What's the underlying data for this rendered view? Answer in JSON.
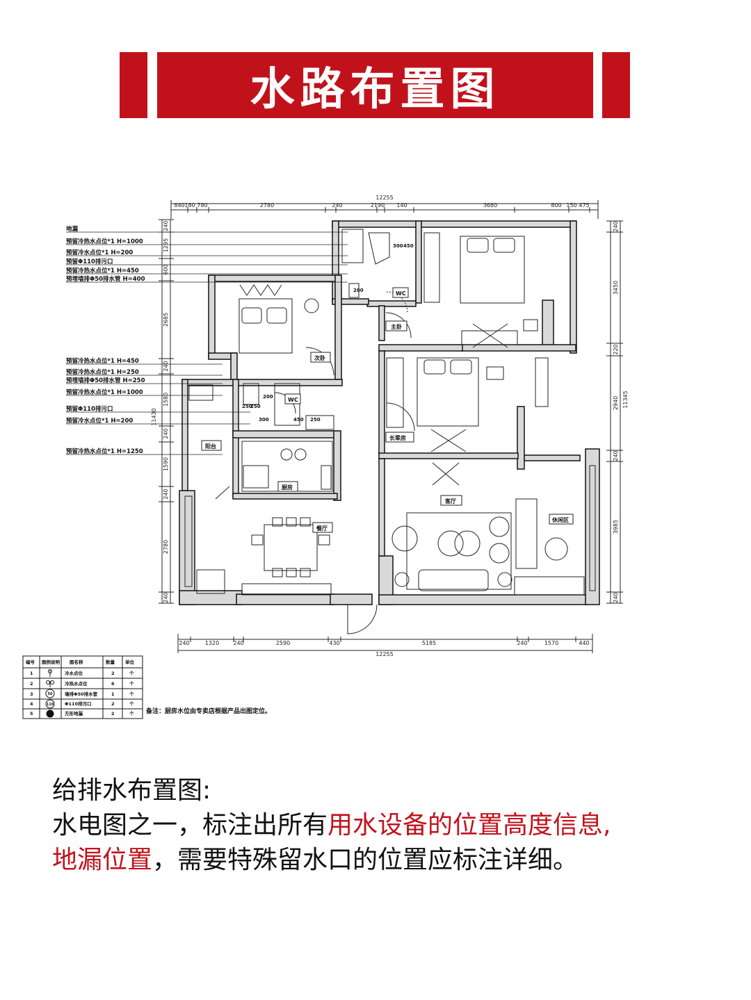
{
  "banner": {
    "title": "水路布置图",
    "color": "#c1121b"
  },
  "dimensions": {
    "top_total": "12255",
    "top_segments": [
      "840",
      "180",
      "780",
      "2780",
      "240",
      "2190",
      "140",
      "3680",
      "800",
      "150",
      "475"
    ],
    "bottom_total": "12255",
    "bottom_segments": [
      "240",
      "1320",
      "240",
      "2590",
      "430",
      "5185",
      "240",
      "1570",
      "440"
    ],
    "left_segments": [
      "240",
      "1295",
      "600",
      "2685",
      "240",
      "1580",
      "240",
      "1590",
      "240",
      "2780",
      "240"
    ],
    "left_total": "11430",
    "right_segments": [
      "240",
      "3450",
      "220",
      "2940",
      "240",
      "3985",
      "240"
    ],
    "right_total": "11345"
  },
  "annotations": [
    "地漏",
    "预留冷热水点位*1    H=1000",
    "预留冷水点位*1     H=200",
    "预留Φ110排污口",
    "预留冷热水点位*1    H=450",
    "预埋墙排Φ50排水管   H=400",
    "预留冷热水点位*1    H=450",
    "预留冷热水点位*1    H=250",
    "预埋墙排Φ50排水管   H=250",
    "预留冷热水点位*1    H=1000",
    "预留Φ110排污口",
    "预留冷水点位*1     H=200",
    "预留冷热水点位*1    H=1250"
  ],
  "rooms": {
    "secondary_bedroom": "次卧",
    "master_bedroom": "主卧",
    "wc1": "WC",
    "wc2": "WC",
    "elder_room": "长辈房",
    "balcony": "阳台",
    "kitchen": "厨房",
    "living_room": "客厅",
    "dining": "餐厅",
    "leisure": "休闲区"
  },
  "fixture_marks": [
    "300",
    "450",
    "200",
    "250",
    "450",
    "250",
    "300",
    "250",
    "200"
  ],
  "legend": {
    "headers": [
      "编号",
      "图例说明",
      "图名称",
      "数量",
      "单位"
    ],
    "rows": [
      {
        "no": "1",
        "name": "冷水点位",
        "qty": "2",
        "unit": "个"
      },
      {
        "no": "2",
        "name": "冷热水点位",
        "qty": "6",
        "unit": "个"
      },
      {
        "no": "3",
        "name": "墙排Φ50排水管",
        "qty": "1",
        "unit": "个"
      },
      {
        "no": "4",
        "name": "Φ110排污口",
        "qty": "2",
        "unit": "个"
      },
      {
        "no": "5",
        "name": "方形地漏",
        "qty": "2",
        "unit": "个"
      }
    ],
    "note": "备注：厨房水位由专卖店根据产品出图定位。",
    "icon_labels": [
      "50",
      "110"
    ]
  },
  "caption": {
    "line1": "给排水布置图:",
    "line2_plain": "水电图之一，标注出所有",
    "line2_highlight": "用水设备的位置高度信息,",
    "line3_highlight": "地漏位置",
    "line3_plain": "，需要特殊留水口的位置应标注详细。",
    "highlight_color": "#c1121b"
  }
}
